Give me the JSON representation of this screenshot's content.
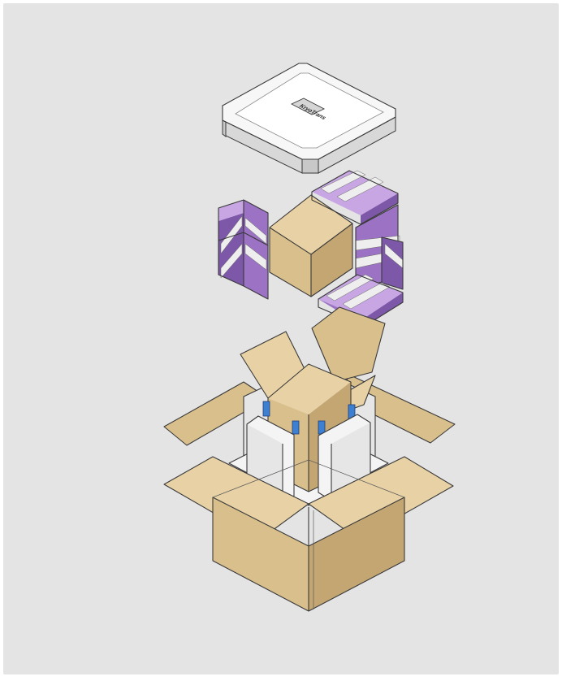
{
  "diagram": {
    "type": "exploded-packaging-illustration",
    "lid_label": "KryoTrans",
    "components": [
      {
        "name": "insulated-lid"
      },
      {
        "name": "pcm-panels-left"
      },
      {
        "name": "inner-carton"
      },
      {
        "name": "pcm-panels-right"
      },
      {
        "name": "outer-carton"
      },
      {
        "name": "insulation-liner"
      }
    ],
    "colors": {
      "background": "#e4e4e4",
      "cardboard": "#d9bf8c",
      "cardboard_dark": "#c4a672",
      "cardboard_light": "#e8d2a5",
      "pcm_purple": "#9b72c4",
      "pcm_purple_dark": "#7d57a8",
      "pcm_purple_light": "#c7a6e3",
      "foam_white": "#f4f4f4",
      "coolant_blue": "#3d7fd0",
      "outline": "#3a3a3a"
    }
  }
}
